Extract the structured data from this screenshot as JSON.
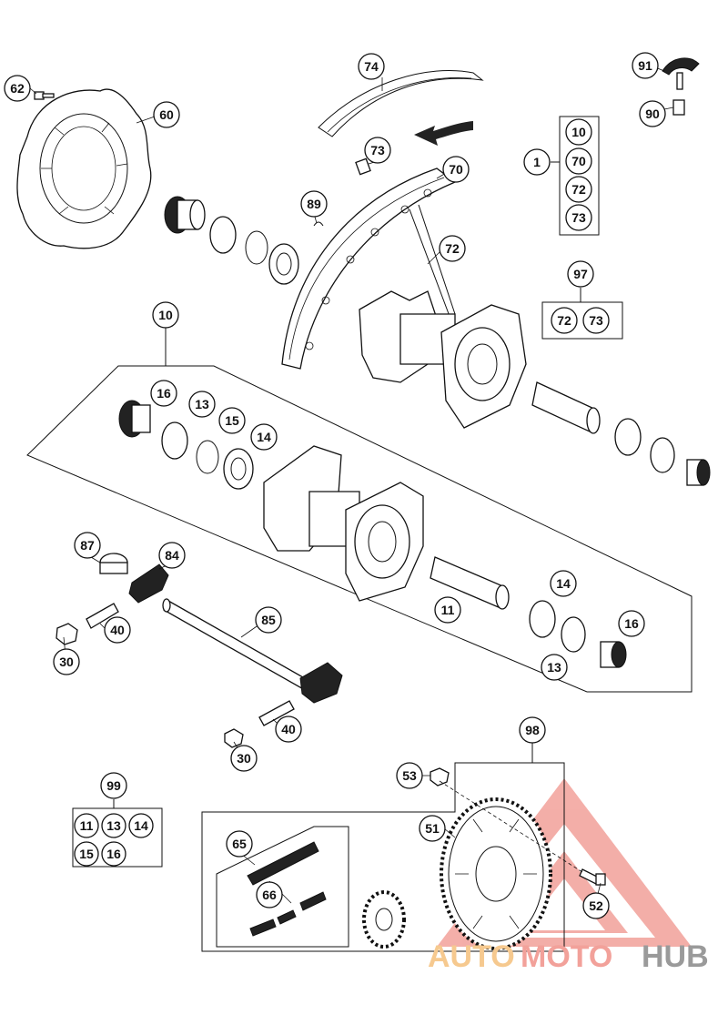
{
  "callouts": {
    "c74": "74",
    "c91": "91",
    "c62": "62",
    "c60": "60",
    "c90": "90",
    "c73a": "73",
    "c1": "1",
    "c10a": "10",
    "c70a": "70",
    "c72a": "72",
    "c73b": "73",
    "c70b": "70",
    "c89": "89",
    "c72b": "72",
    "c97": "97",
    "c72c": "72",
    "c73c": "73",
    "c10b": "10",
    "c16a": "16",
    "c13a": "13",
    "c15a": "15",
    "c14a": "14",
    "c87": "87",
    "c84": "84",
    "c85": "85",
    "c40a": "40",
    "c30a": "30",
    "c11a": "11",
    "c14b": "14",
    "c16b": "16",
    "c13b": "13",
    "c40b": "40",
    "c30b": "30",
    "c98": "98",
    "c53": "53",
    "c51": "51",
    "c52": "52",
    "c99": "99",
    "c11b": "11",
    "c13c": "13",
    "c14c": "14",
    "c15b": "15",
    "c16c": "16",
    "c65": "65",
    "c66": "66"
  },
  "watermark": {
    "auto": "AUTO",
    "moto": "MOTO",
    "hub": "HUB",
    "color_primary": "#f2a19a",
    "color_secondary": "#f6c98f",
    "color_gray": "#9a9a9a"
  }
}
